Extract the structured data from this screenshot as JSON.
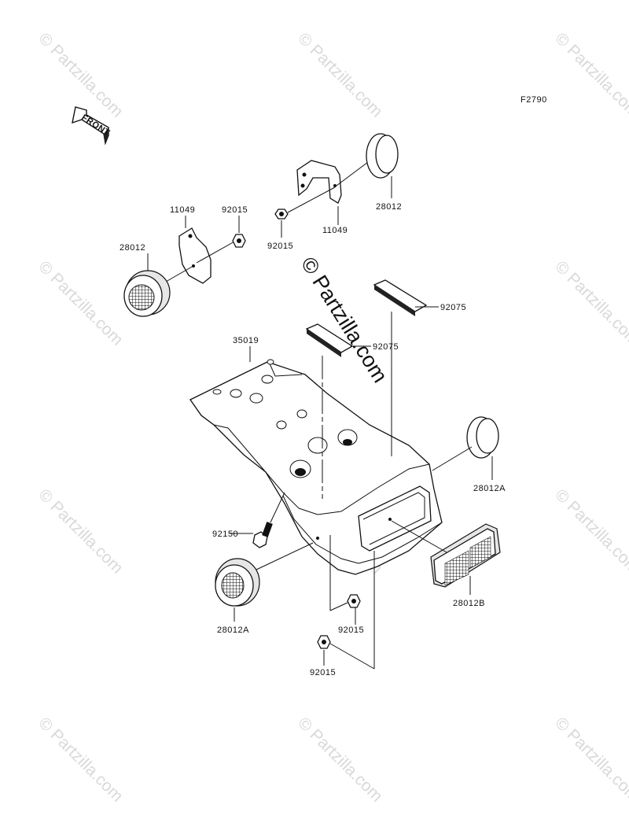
{
  "figure_code": "F2790",
  "front_label": "FRONT",
  "watermark_main": "© Partzilla.com",
  "watermark_text": "© Partzilla.com",
  "parts": {
    "bracket_left": "11049",
    "nut_left": "92015",
    "reflector_left": "28012",
    "bracket_right": "11049",
    "nut_right": "92015",
    "reflector_right": "28012",
    "pad_upper": "92075",
    "pad_lower": "92075",
    "fender": "35019",
    "reflector_side_right": "28012A",
    "bolt": "92150",
    "reflector_side_left": "28012A",
    "nut_bottom_1": "92015",
    "nut_bottom_2": "92015",
    "reflector_rear": "28012B"
  }
}
